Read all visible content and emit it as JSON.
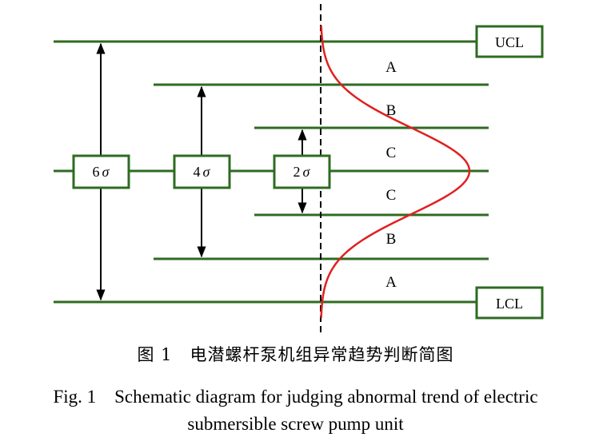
{
  "diagram": {
    "limits": {
      "upper": "UCL",
      "lower": "LCL"
    },
    "sigma_boxes": [
      {
        "multiple": "6",
        "symbol": "σ"
      },
      {
        "multiple": "4",
        "symbol": "σ"
      },
      {
        "multiple": "2",
        "symbol": "σ"
      }
    ],
    "zones_upper": [
      "A",
      "B",
      "C"
    ],
    "zones_lower": [
      "C",
      "B",
      "A"
    ],
    "colors": {
      "control_lines": "#2e6b22",
      "curve": "#e02020",
      "arrows": "#000000",
      "centerline_dashed": "#000000"
    }
  },
  "caption": {
    "cn": "图 1　电潜螺杆泵机组异常趋势判断简图",
    "en_line1": "Fig. 1　Schematic diagram for judging abnormal trend of electric",
    "en_line2": "submersible screw pump unit"
  }
}
